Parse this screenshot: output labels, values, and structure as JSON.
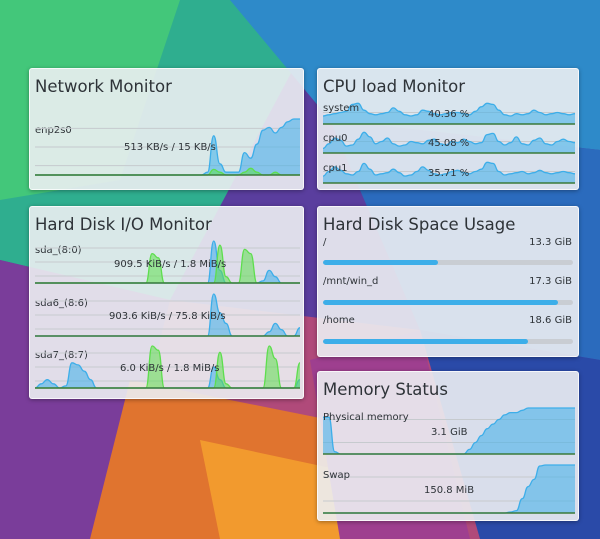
{
  "colors": {
    "blue_fill": "#3daee9",
    "green_fill": "#5ede4e",
    "baseline": "#3b7a3a",
    "grid": "#c6cace",
    "panel": "#eceef2"
  },
  "network_monitor": {
    "title": "Network Monitor",
    "interface": "enp2s0",
    "rate": "513 KB/s / 15 KB/s",
    "graph": {
      "blue": [
        0,
        0,
        0,
        0,
        0,
        0,
        0,
        0,
        0,
        0,
        0,
        0,
        0,
        0,
        0,
        0,
        0,
        0,
        0,
        0,
        0,
        0,
        0,
        0,
        0,
        0,
        0,
        0,
        0.05,
        0.7,
        0.2,
        0.05,
        0.05,
        0.05,
        0.4,
        0.3,
        0.55,
        0.8,
        0.85,
        0.75,
        0.85,
        0.95,
        1,
        1
      ],
      "green": [
        0,
        0,
        0,
        0,
        0,
        0,
        0,
        0,
        0,
        0,
        0,
        0,
        0,
        0,
        0,
        0,
        0,
        0,
        0,
        0,
        0,
        0,
        0,
        0,
        0,
        0,
        0,
        0,
        0,
        0.1,
        0.05,
        0,
        0,
        0,
        0.05,
        0.12,
        0.05,
        0,
        0,
        0.05,
        0,
        0,
        0,
        0
      ]
    }
  },
  "cpu_monitor": {
    "title": "CPU load Monitor",
    "rows": [
      {
        "label": "system",
        "value": "40.36 %",
        "graph": [
          0.35,
          0.4,
          0.45,
          0.5,
          0.55,
          0.85,
          0.9,
          0.6,
          0.45,
          0.4,
          0.45,
          0.5,
          0.7,
          0.55,
          0.4,
          0.35,
          0.4,
          0.6,
          0.55,
          0.45,
          0.4,
          0.45,
          0.5,
          0.5,
          0.45,
          0.4,
          0.55,
          0.75,
          0.9,
          0.85,
          0.6,
          0.4,
          0.35,
          0.45,
          0.4,
          0.45,
          0.6,
          0.5,
          0.4,
          0.45,
          0.5,
          0.45,
          0.4,
          0.45
        ]
      },
      {
        "label": "cpu0",
        "value": "45.08 %",
        "graph": [
          0.2,
          0.4,
          0.65,
          0.55,
          0.3,
          0.35,
          0.6,
          0.9,
          0.7,
          0.4,
          0.5,
          0.65,
          0.4,
          0.3,
          0.35,
          0.5,
          0.45,
          0.4,
          0.55,
          0.6,
          0.4,
          0.35,
          0.5,
          0.45,
          0.6,
          0.5,
          0.4,
          0.45,
          0.8,
          0.85,
          0.5,
          0.35,
          0.45,
          0.7,
          0.4,
          0.35,
          0.55,
          0.65,
          0.4,
          0.35,
          0.5,
          0.6,
          0.5,
          0.45
        ]
      },
      {
        "label": "cpu1",
        "value": "35.71 %",
        "graph": [
          0.3,
          0.5,
          0.7,
          0.55,
          0.4,
          0.35,
          0.5,
          0.85,
          0.6,
          0.35,
          0.4,
          0.45,
          0.6,
          0.45,
          0.3,
          0.35,
          0.5,
          0.7,
          0.55,
          0.4,
          0.35,
          0.4,
          0.5,
          0.55,
          0.45,
          0.4,
          0.5,
          0.6,
          0.9,
          0.85,
          0.5,
          0.35,
          0.4,
          0.45,
          0.5,
          0.4,
          0.45,
          0.55,
          0.45,
          0.4,
          0.45,
          0.5,
          0.45,
          0.4
        ]
      }
    ]
  },
  "disk_io_monitor": {
    "title": "Hard Disk I/O Monitor",
    "rows": [
      {
        "label": "sda_(8:0)",
        "rate": "909.5 KiB/s / 1.8 MiB/s",
        "blue": [
          0,
          0,
          0,
          0,
          0,
          0,
          0,
          0,
          0,
          0,
          0,
          0,
          0,
          0,
          0,
          0,
          0,
          0,
          0,
          0,
          0,
          0,
          0,
          0,
          0,
          0,
          0,
          0,
          0,
          1,
          0.3,
          0,
          0,
          0,
          0,
          0,
          0,
          0.05,
          0.3,
          0.15,
          0,
          0,
          0,
          0
        ],
        "green": [
          0,
          0,
          0,
          0,
          0,
          0,
          0,
          0,
          0,
          0,
          0,
          0,
          0,
          0,
          0,
          0,
          0,
          0,
          0,
          0.7,
          0.6,
          0,
          0,
          0,
          0,
          0,
          0,
          0,
          0,
          0,
          0.9,
          0.15,
          0,
          0,
          0.8,
          0.7,
          0,
          0,
          0,
          0,
          0,
          0,
          0,
          0
        ]
      },
      {
        "label": "sda6_(8:6)",
        "rate": "903.6 KiB/s / 75.8 KiB/s",
        "blue": [
          0,
          0,
          0,
          0,
          0,
          0,
          0,
          0,
          0,
          0,
          0,
          0,
          0,
          0,
          0,
          0,
          0,
          0,
          0,
          0,
          0,
          0,
          0,
          0,
          0,
          0,
          0,
          0,
          0,
          1,
          0.55,
          0.3,
          0,
          0,
          0,
          0,
          0,
          0,
          0.1,
          0.3,
          0.15,
          0,
          0,
          0.2
        ],
        "green": [
          0,
          0,
          0,
          0,
          0,
          0,
          0,
          0,
          0,
          0,
          0,
          0,
          0,
          0,
          0,
          0,
          0,
          0,
          0,
          0,
          0,
          0,
          0,
          0,
          0,
          0,
          0,
          0,
          0,
          0,
          0,
          0,
          0,
          0,
          0,
          0,
          0,
          0,
          0,
          0,
          0,
          0,
          0,
          0
        ]
      },
      {
        "label": "sda7_(8:7)",
        "rate": "6.0 KiB/s / 1.8 MiB/s",
        "blue": [
          0,
          0.1,
          0.2,
          0.1,
          0,
          0.05,
          0.6,
          0.55,
          0.4,
          0.2,
          0,
          0,
          0,
          0,
          0,
          0,
          0,
          0,
          0,
          0,
          0,
          0,
          0,
          0,
          0,
          0,
          0,
          0,
          0,
          0.5,
          0.2,
          0,
          0,
          0,
          0,
          0,
          0,
          0,
          0,
          0,
          0,
          0,
          0,
          0.2
        ],
        "green": [
          0,
          0,
          0,
          0,
          0,
          0,
          0,
          0,
          0,
          0,
          0,
          0,
          0,
          0,
          0,
          0,
          0,
          0,
          0,
          1,
          0.9,
          0,
          0,
          0,
          0,
          0,
          0,
          0,
          0,
          0,
          0.85,
          0.1,
          0,
          0,
          0,
          0,
          0,
          0,
          1,
          0.7,
          0,
          0,
          0,
          0.6
        ]
      }
    ]
  },
  "disk_space": {
    "title": "Hard Disk Space Usage",
    "rows": [
      {
        "mount": "/",
        "size": "13.3 GiB",
        "fraction": 0.46
      },
      {
        "mount": "/mnt/win_d",
        "size": "17.3 GiB",
        "fraction": 0.94
      },
      {
        "mount": "/home",
        "size": "18.6 GiB",
        "fraction": 0.82
      }
    ]
  },
  "memory_status": {
    "title": "Memory Status",
    "rows": [
      {
        "label": "Physical memory",
        "value": "3.1 GiB",
        "graph": [
          0.8,
          0.8,
          0.05,
          0,
          0,
          0,
          0,
          0,
          0,
          0,
          0,
          0,
          0,
          0,
          0,
          0,
          0,
          0,
          0,
          0,
          0,
          0,
          0,
          0,
          0,
          0.1,
          0.25,
          0.4,
          0.55,
          0.65,
          0.75,
          0.85,
          0.9,
          0.9,
          0.95,
          1,
          1,
          1,
          1,
          1,
          1,
          1,
          1,
          1
        ]
      },
      {
        "label": "Swap",
        "value": "150.8 MiB",
        "graph": [
          0,
          0,
          0,
          0,
          0,
          0,
          0,
          0,
          0,
          0,
          0,
          0,
          0,
          0,
          0,
          0,
          0,
          0,
          0,
          0,
          0,
          0,
          0,
          0,
          0,
          0,
          0,
          0,
          0,
          0,
          0,
          0,
          0.02,
          0.05,
          0.3,
          0.55,
          0.7,
          0.98,
          1,
          1,
          1,
          1,
          1,
          1
        ]
      }
    ]
  }
}
